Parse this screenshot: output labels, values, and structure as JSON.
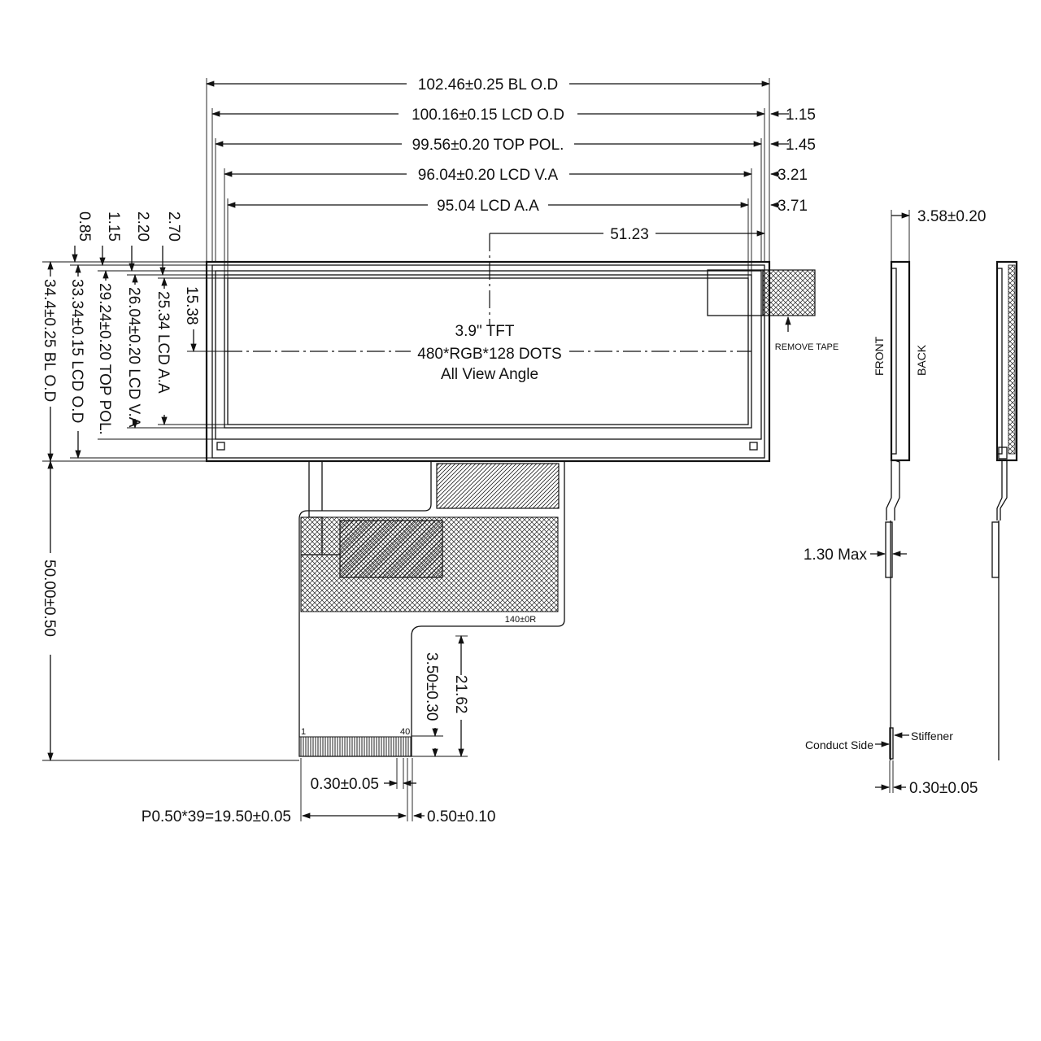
{
  "top_dims": {
    "bl_od": "102.46±0.25 BL O.D",
    "lcd_od": "100.16±0.15  LCD O.D",
    "top_pol": "99.56±0.20 TOP POL.",
    "lcd_va": "96.04±0.20 LCD V.A",
    "lcd_aa": "95.04 LCD A.A",
    "center": "51.23"
  },
  "right_offsets": {
    "o1": "1.15",
    "o2": "1.45",
    "o3": "3.21",
    "o4": "3.71"
  },
  "left_offsets": {
    "o1": "0.85",
    "o2": "1.15",
    "o3": "2.20",
    "o4": "2.70"
  },
  "left_dims": {
    "bl_od": "34.4±0.25 BL O.D",
    "lcd_od": "33.34±0.15 LCD O.D",
    "top_pol": "29.24±0.20 TOP POL.",
    "lcd_va": "26.04±0.20 LCD V.A",
    "lcd_aa": "25.34 LCD A.A",
    "center": "15.38"
  },
  "display": {
    "line1": "3.9\" TFT",
    "line2": "480*RGB*128 DOTS",
    "line3": "All View Angle"
  },
  "remove_tape": "REMOVE TAPE",
  "fpc": {
    "height": "50.00±0.50",
    "bend": "140±0R",
    "stiffener_height": "3.50±0.30",
    "tail": "21.62",
    "pin_first": "1",
    "pin_last": "40",
    "pin_width": "0.30±0.05",
    "pitch": "P0.50*39=19.50±0.05",
    "edge": "0.50±0.10"
  },
  "side_view": {
    "thickness": "3.58±0.20",
    "front": "FRONT",
    "back": "BACK",
    "max": "1.30 Max",
    "conduct": "Conduct Side",
    "stiffener": "Stiffener",
    "fpc_thickness": "0.30±0.05"
  }
}
